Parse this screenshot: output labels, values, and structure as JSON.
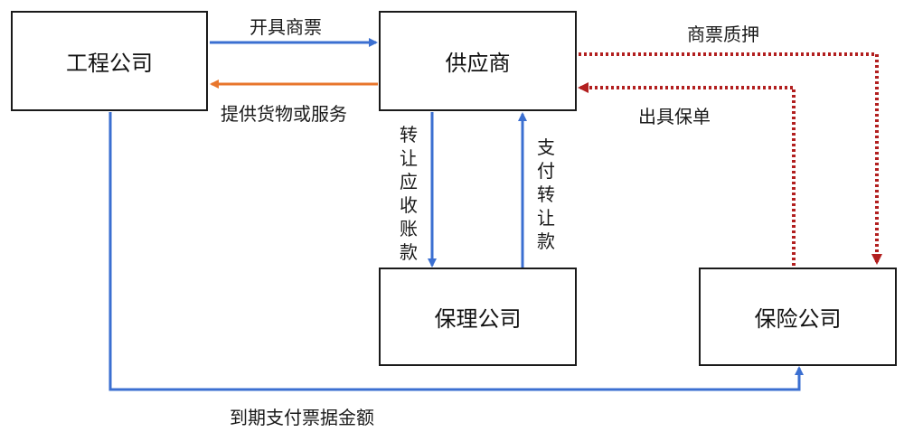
{
  "nodes": {
    "engineering": "工程公司",
    "supplier": "供应商",
    "factoring": "保理公司",
    "insurance": "保险公司"
  },
  "edges": {
    "issue_bill": "开具商票",
    "provide_goods": "提供货物或服务",
    "transfer_receivables": "转让应收账款",
    "pay_transfer": "支付转让款",
    "bill_pledge": "商票质押",
    "issue_guarantee": "出具保单",
    "maturity_payment": "到期支付票据金额"
  },
  "colors": {
    "blue": "#3b6fd1",
    "orange": "#e8762c",
    "red": "#b21f1f",
    "border": "#1a1a1a"
  }
}
